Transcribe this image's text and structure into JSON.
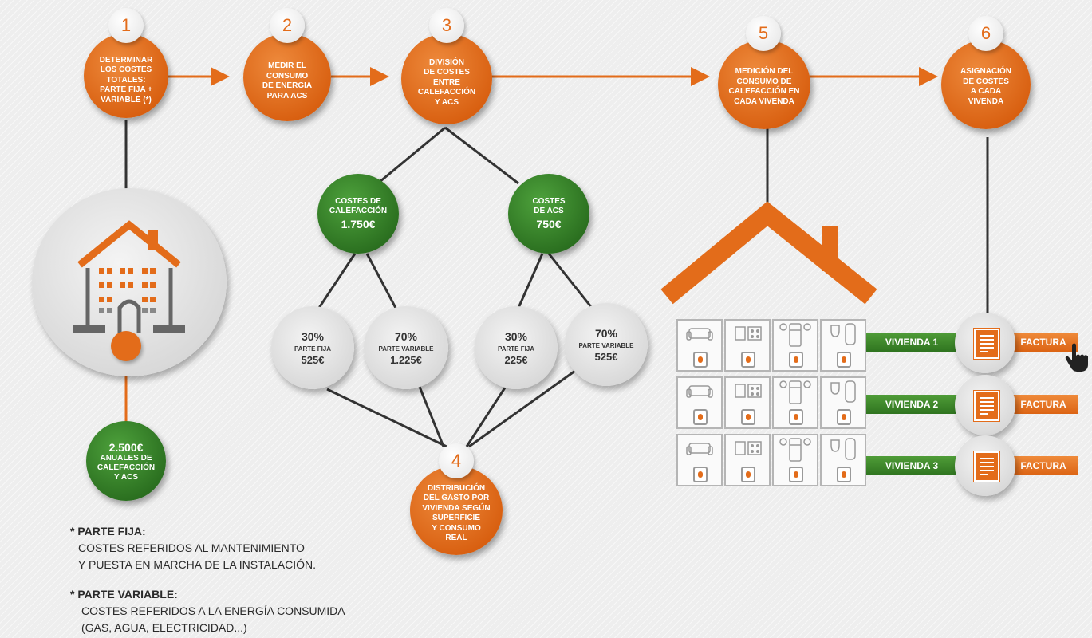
{
  "steps": [
    {
      "number": "1",
      "label": "DETERMINAR\nLOS COSTES\nTOTALES:\nPARTE FIJA +\nVARIABLE (*)"
    },
    {
      "number": "2",
      "label": "MEDIR EL\nCONSUMO\nDE ENERGIA\nPARA ACS"
    },
    {
      "number": "3",
      "label": "DIVISIÓN\nDE COSTES\nENTRE\nCALEFACCIÓN\nY ACS"
    },
    {
      "number": "4",
      "label": "DISTRIBUCIÓN\nDEL GASTO POR\nVIVIENDA SEGÚN\nSUPERFICIE\nY CONSUMO\nREAL"
    },
    {
      "number": "5",
      "label": "MEDICIÓN DEL\nCONSUMO DE\nCALEFACCIÓN EN\nCADA VIVENDA"
    },
    {
      "number": "6",
      "label": "ASIGNACIÓN\nDE COSTES\nA CADA\nVIVENDA"
    }
  ],
  "total": {
    "amount": "2.500€",
    "label": "ANUALES DE\nCALEFACCIÓN\nY ACS"
  },
  "costs": [
    {
      "title": "COSTES DE\nCALEFACCIÓN",
      "amount": "1.750€"
    },
    {
      "title": "COSTES\nDE ACS",
      "amount": "750€"
    }
  ],
  "splits": [
    {
      "percent": "30%",
      "label": "PARTE FIJA",
      "amount": "525€"
    },
    {
      "percent": "70%",
      "label": "PARTE VARIABLE",
      "amount": "1.225€"
    },
    {
      "percent": "30%",
      "label": "PARTE FIJA",
      "amount": "225€"
    },
    {
      "percent": "70%",
      "label": "PARTE VARIABLE",
      "amount": "525€"
    }
  ],
  "viviendas": [
    {
      "label": "VIVIENDA 1",
      "invoice": "FACTURA"
    },
    {
      "label": "VIVIENDA 2",
      "invoice": "FACTURA"
    },
    {
      "label": "VIVIENDA 3",
      "invoice": "FACTURA"
    }
  ],
  "notes": {
    "fixed_title": "* PARTE FIJA:",
    "fixed_line1": "COSTES REFERIDOS AL MANTENIMIENTO",
    "fixed_line2": "Y PUESTA EN MARCHA DE LA INSTALACIÓN.",
    "variable_title": "* PARTE VARIABLE:",
    "variable_line1": "COSTES REFERIDOS A LA ENERGÍA CONSUMIDA",
    "variable_line2": "(GAS, AGUA, ELECTRICIDAD...)"
  },
  "colors": {
    "orange": "#e36c1a",
    "green": "#3a8a2c",
    "grey": "#dcdcdc",
    "line": "#333333"
  },
  "icons": [
    "building-icon",
    "house-roof-icon",
    "sofa-icon",
    "stove-icon",
    "bed-icon",
    "toilet-icon",
    "thermostat-icon",
    "invoice-icon",
    "hand-pointer-icon"
  ]
}
